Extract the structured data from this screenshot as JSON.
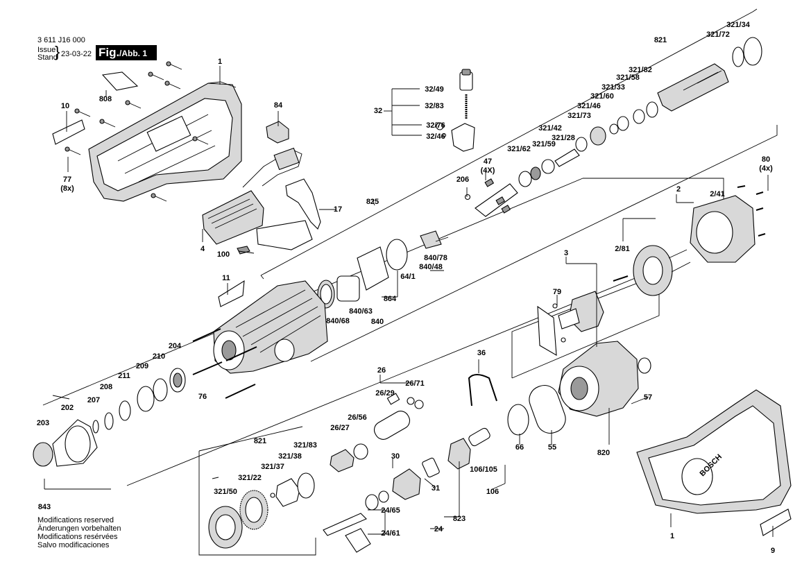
{
  "header": {
    "doc_number": "3 611 J16 000",
    "issue_label": "Issue",
    "stand_label": "Stand",
    "brace": "}",
    "issue_date": "23-03-22",
    "fig_big": "Fig.",
    "fig_small": "/Abb. 1"
  },
  "footer": {
    "lines": [
      "Modifications reserved",
      "Änderungen vorbehalten",
      "Modifications resérvées",
      "Salvo modificaciones"
    ]
  },
  "housing_brand": "BOSCH",
  "part_labels": [
    "1",
    "808",
    "10",
    "77",
    "(8x)",
    "84",
    "4",
    "100",
    "17",
    "32",
    "32/49",
    "32/83",
    "32/76",
    "32/46",
    "206",
    "47",
    "(4X)",
    "321/62",
    "321/59",
    "321/28",
    "321/42",
    "321/73",
    "321/46",
    "321/60",
    "321/33",
    "321/58",
    "321/82",
    "821",
    "321/72",
    "321/34",
    "825",
    "840/78",
    "840/48",
    "64/1",
    "864",
    "840/63",
    "840/68",
    "840",
    "11",
    "204",
    "210",
    "209",
    "211",
    "208",
    "207",
    "202",
    "203",
    "843",
    "76",
    "80",
    "(4x)",
    "2",
    "2/41",
    "2/81",
    "3",
    "79",
    "26",
    "26/71",
    "26/29",
    "26/56",
    "26/27",
    "36",
    "57",
    "820",
    "55",
    "66",
    "106/105",
    "106",
    "30",
    "31",
    "24/65",
    "823",
    "24/61",
    "24",
    "821",
    "321/83",
    "321/38",
    "321/37",
    "321/22",
    "321/50",
    "1",
    "9"
  ]
}
